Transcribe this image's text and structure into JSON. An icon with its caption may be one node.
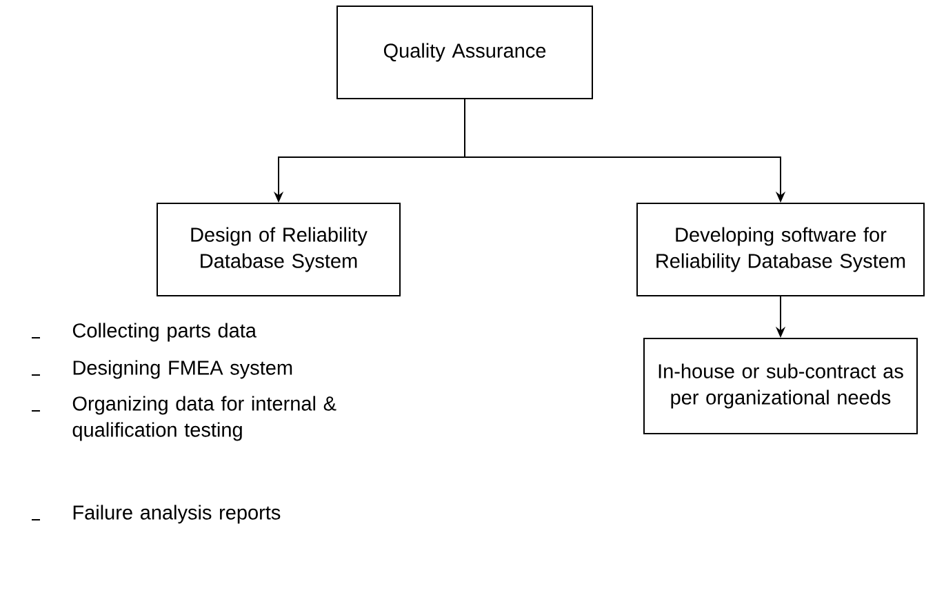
{
  "diagram": {
    "nodes": [
      {
        "text": [
          "Quality Assurance"
        ]
      },
      {
        "text": [
          "Design of Reliability Database System"
        ]
      },
      {
        "text": [
          "Developing software for Reliability Database System"
        ]
      },
      {
        "text": [
          "In-house or sub-contract as per organizational needs"
        ]
      }
    ],
    "edges": [
      {
        "from": 0,
        "to": 1,
        "arrow": "to"
      },
      {
        "from": 0,
        "to": 2,
        "arrow": "to"
      },
      {
        "from": 2,
        "to": 3,
        "arrow": "to"
      }
    ],
    "labels": [
      "Collecting parts data",
      "Designing FMEA system",
      "Organizing data for internal & qualification testing",
      "Failure analysis reports"
    ]
  }
}
